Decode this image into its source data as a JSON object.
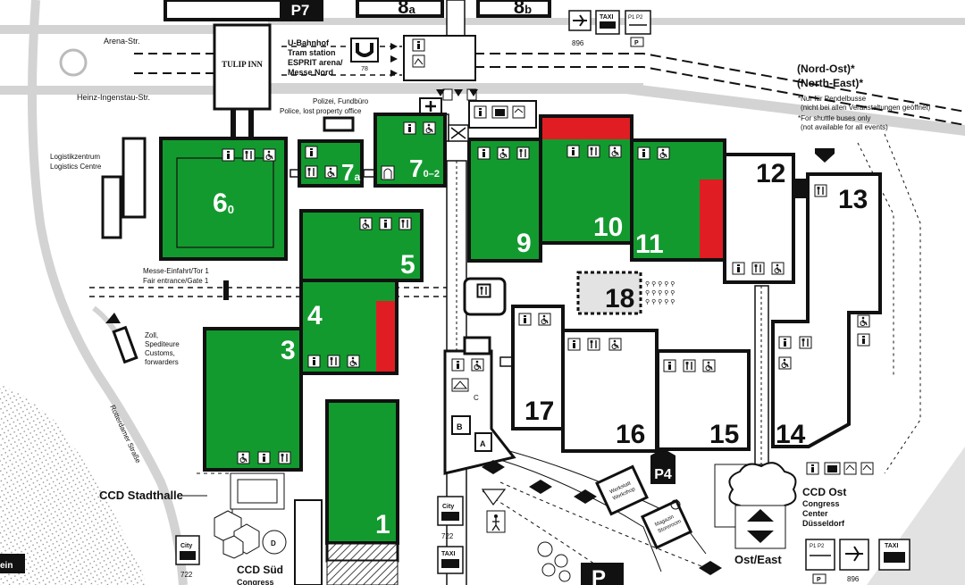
{
  "colors": {
    "hall_green": "#139a2f",
    "highlight_red": "#e11d24",
    "road_grey": "#d3d3d3",
    "hatch_grey": "#cfcfcf",
    "ink": "#111111"
  },
  "halls": {
    "h1": "1",
    "h3": "3",
    "h4": "4",
    "h5": "5",
    "h6": "6",
    "h6_sub": "0",
    "h7": "7",
    "h7_sub": "0–2",
    "h7a": "7",
    "h7a_sub": "a",
    "h8a": "8",
    "h8a_sub": "a",
    "h8b": "8",
    "h8b_sub": "b",
    "h9": "9",
    "h10": "10",
    "h11": "11",
    "h12": "12",
    "h13": "13",
    "h14": "14",
    "h15": "15",
    "h16": "16",
    "h17": "17",
    "h18": "18"
  },
  "parking": {
    "p7": "P7",
    "p4": "P4",
    "p_bottom": "P"
  },
  "streets": {
    "arena": "Arena-Str.",
    "heinz": "Heinz-Ingenstau-Str.",
    "rotterdamer": "Rotterdamer Straße"
  },
  "labels": {
    "hotel": "TULIP INN",
    "ubahn": [
      "U-Bahnhof",
      "Tram station",
      "ESPRIT arena/",
      "Messe Nord"
    ],
    "ubahn_line": "78",
    "police": [
      "Polizei, Fundbüro",
      "Police, lost property office"
    ],
    "logistics": [
      "Logistikzentrum",
      "Logistics Centre"
    ],
    "gate": [
      "Messe-Einfahrt/Tor 1",
      "Fair entrance/Gate 1"
    ],
    "customs": [
      "Zoll,",
      "Spediteure",
      "Customs,",
      "forwarders"
    ],
    "north_east": [
      "(Nord-Ost)*",
      "(North-East)*"
    ],
    "shuttle_note": [
      "*Nur für Pendelbusse",
      "(nicht bei allen Veranstaltungen geöffnet)",
      "*For shuttle buses only",
      "(not available for all events)"
    ],
    "ccd_stadthalle": "CCD Stadthalle",
    "ccd_sued": [
      "CCD Süd",
      "Congress"
    ],
    "ccd_ost": [
      "CCD Ost",
      "Congress",
      "Center",
      "Düsseldorf"
    ],
    "ost_east": "Ost/East",
    "workshop": [
      "Werkstatt",
      "Workshop"
    ],
    "magazin": [
      "Magazin",
      "Storeroom"
    ],
    "bus_top": "896",
    "bus_bottom": "896",
    "city": "City",
    "taxi": "TAXI",
    "rail_722_a": "722",
    "rail_722_b": "722",
    "p1p2": "P1 P2",
    "p_small": "P",
    "letter_a": "A",
    "letter_b": "B",
    "letter_c": "C",
    "letter_d": "D",
    "rhein": "ein"
  }
}
